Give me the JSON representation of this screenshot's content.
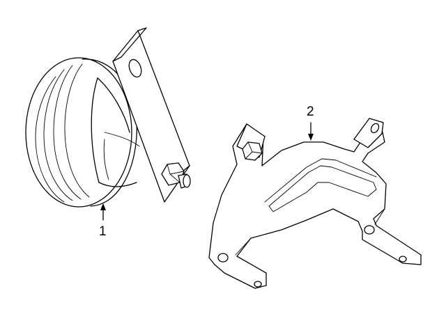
{
  "callouts": [
    {
      "id": "1",
      "label": "1",
      "part": "horn"
    },
    {
      "id": "2",
      "label": "2",
      "part": "bracket"
    }
  ],
  "colors": {
    "line": "#000000",
    "background": "#ffffff"
  }
}
